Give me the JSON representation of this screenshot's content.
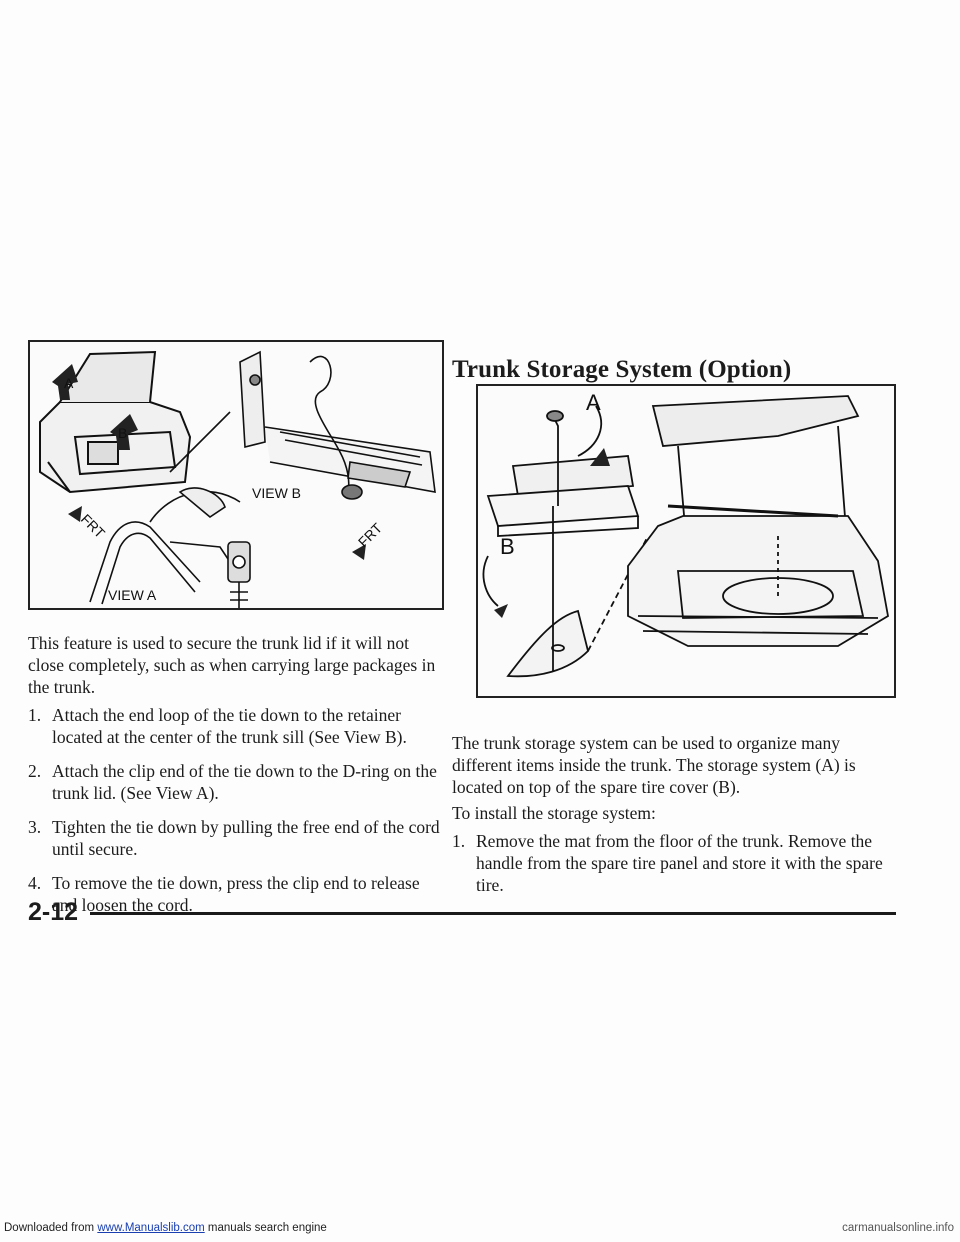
{
  "left_figure": {
    "view_b_label": "VIEW B",
    "view_a_label": "VIEW A",
    "frt_label": "FRT",
    "callout_a": "A",
    "callout_b": "B"
  },
  "left_intro": "This feature is used to secure the trunk lid if it will not close completely, such as when carrying large packages in the trunk.",
  "left_steps": [
    {
      "num": "1.",
      "text": "Attach the end loop of the tie down to the retainer located at the center of the trunk sill (See View B)."
    },
    {
      "num": "2.",
      "text": "Attach the clip end of the tie down to the D-ring on the trunk lid. (See View A)."
    },
    {
      "num": "3.",
      "text": "Tighten the tie down by pulling the free end of the cord until secure."
    },
    {
      "num": "4.",
      "text": "To remove the tie down, press the clip end to release and loosen the cord."
    }
  ],
  "section_heading": "Trunk Storage System (Option)",
  "right_figure": {
    "callout_a": "A",
    "callout_b": "B"
  },
  "right_intro": "The trunk storage system can be used to organize many different items inside the trunk. The storage system (A) is located on top of the spare tire cover (B).",
  "right_install_intro": "To install the storage system:",
  "right_steps": [
    {
      "num": "1.",
      "text": "Remove the mat from the floor of the trunk. Remove the handle from the spare tire panel and store it with the spare tire."
    }
  ],
  "page_number": "2-12",
  "footer": {
    "prefix": "Downloaded from",
    "link": "www.Manualslib.com",
    "suffix": "manuals search engine",
    "watermark": "carmanualsonline.info"
  }
}
